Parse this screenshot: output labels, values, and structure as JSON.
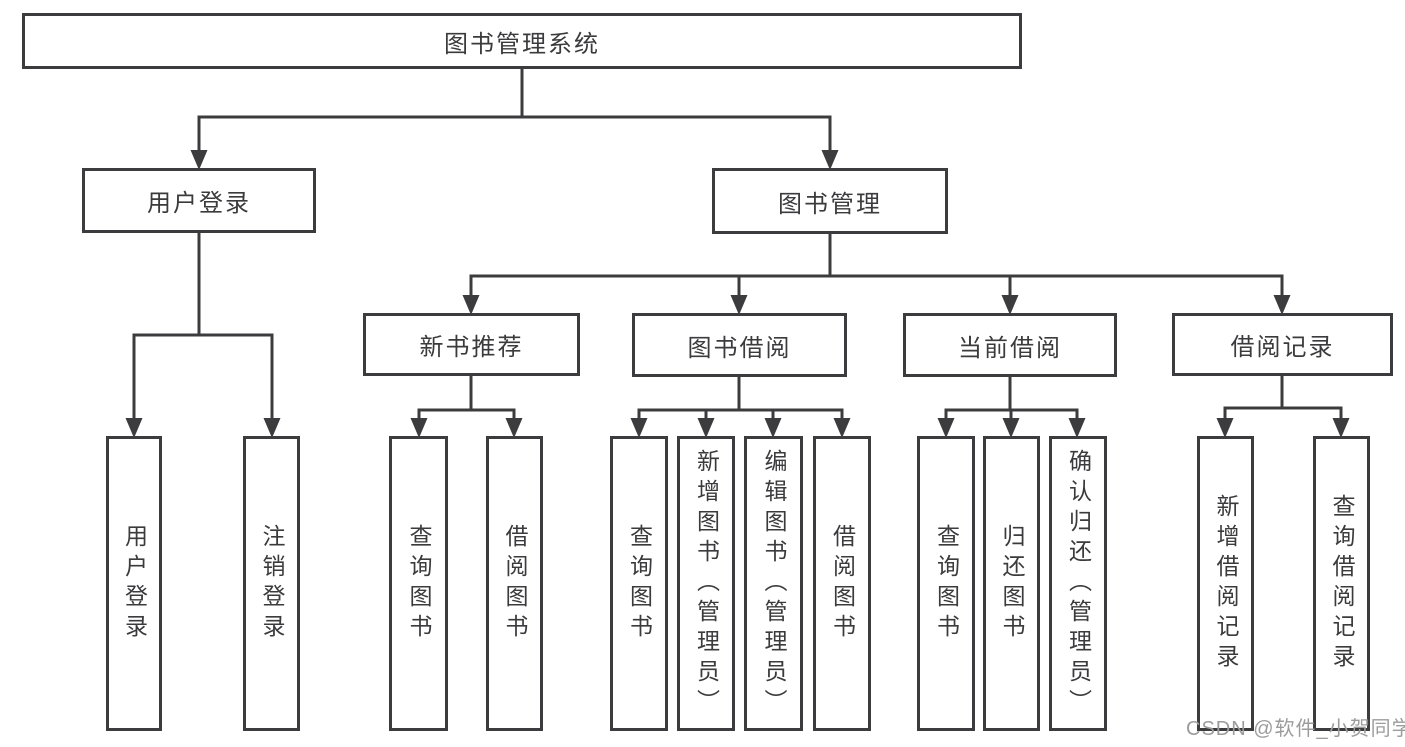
{
  "tree": {
    "label": "图书管理系统",
    "children": [
      {
        "label": "用户登录",
        "children": [
          {
            "label": "用户登录"
          },
          {
            "label": "注销登录"
          }
        ]
      },
      {
        "label": "图书管理",
        "children": [
          {
            "label": "新书推荐",
            "children": [
              {
                "label": "查询图书"
              },
              {
                "label": "借阅图书"
              }
            ]
          },
          {
            "label": "图书借阅",
            "children": [
              {
                "label": "查询图书"
              },
              {
                "label": "新增图书（管理员）"
              },
              {
                "label": "编辑图书（管理员）"
              },
              {
                "label": "借阅图书"
              }
            ]
          },
          {
            "label": "当前借阅",
            "children": [
              {
                "label": "查询图书"
              },
              {
                "label": "归还图书"
              },
              {
                "label": "确认归还（管理员）"
              }
            ]
          },
          {
            "label": "借阅记录",
            "children": [
              {
                "label": "新增借阅记录"
              },
              {
                "label": "查询借阅记录"
              }
            ]
          }
        ]
      }
    ]
  },
  "watermark": {
    "text": "CSDN @软件_小贺同学"
  },
  "colors": {
    "line": "#3c3c3e",
    "text": "#3b3b3d",
    "watermark": "#9c9c9c",
    "background": "#ffffff"
  }
}
